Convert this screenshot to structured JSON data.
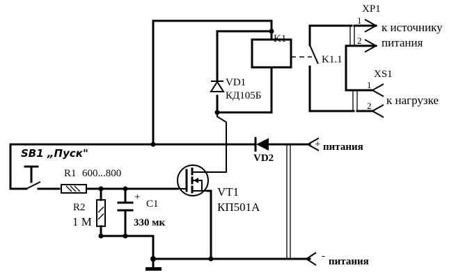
{
  "diagram": {
    "type": "electrical-schematic",
    "components": {
      "sb1": {
        "label": "SB1 „Пуск\""
      },
      "r1": {
        "ref": "R1",
        "value": "600...800"
      },
      "r2": {
        "ref": "R2",
        "value": "1 M"
      },
      "c1": {
        "ref": "C1",
        "value": "330 мк",
        "polarity": "+"
      },
      "vt1": {
        "ref": "VT1",
        "value": "КП501А"
      },
      "vd1": {
        "ref": "VD1",
        "value": "КД105Б"
      },
      "vd2": {
        "ref": "VD2"
      },
      "k1": {
        "ref": "K1"
      },
      "k11": {
        "ref": "K1.1"
      },
      "xp1": {
        "ref": "XP1",
        "pin1": "1",
        "pin2": "2",
        "desc_line1": "к источнику",
        "desc_line2": "питания"
      },
      "xs1": {
        "ref": "XS1",
        "pin1": "1",
        "pin2": "2",
        "desc": "к нагрузке"
      }
    },
    "terminals": {
      "plus": {
        "sign": "+",
        "label": "питания"
      },
      "minus": {
        "sign": "-",
        "label": "питания"
      }
    }
  }
}
